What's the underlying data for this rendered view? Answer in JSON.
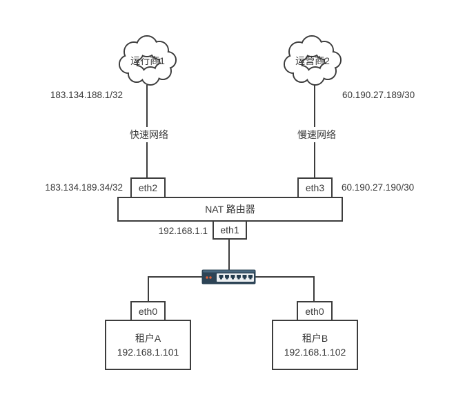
{
  "providers": [
    {
      "label": "运行商1",
      "ip": "183.134.188.1/32",
      "link_label": "快速网络"
    },
    {
      "label": "运营商2",
      "ip": "60.190.27.189/30",
      "link_label": "慢速网络"
    }
  ],
  "router": {
    "label": "NAT 路由器",
    "eth2": {
      "name": "eth2",
      "ip": "183.134.189.34/32"
    },
    "eth3": {
      "name": "eth3",
      "ip": "60.190.27.190/30"
    },
    "eth1": {
      "name": "eth1",
      "ip": "192.168.1.1"
    }
  },
  "switch": {
    "icon": "ethernet-switch",
    "ports": 6,
    "colors": {
      "body": "#2d4456",
      "top": "#49687f",
      "panel": "#eef1f3",
      "port": "#243c4e",
      "led": "#e0613a"
    }
  },
  "hosts": [
    {
      "iface": "eth0",
      "name": "租户A",
      "ip": "192.168.1.101"
    },
    {
      "iface": "eth0",
      "name": "租户B",
      "ip": "192.168.1.102"
    }
  ],
  "colors": {
    "line": "#3c3c3c",
    "text": "#383838",
    "background": "#ffffff"
  }
}
